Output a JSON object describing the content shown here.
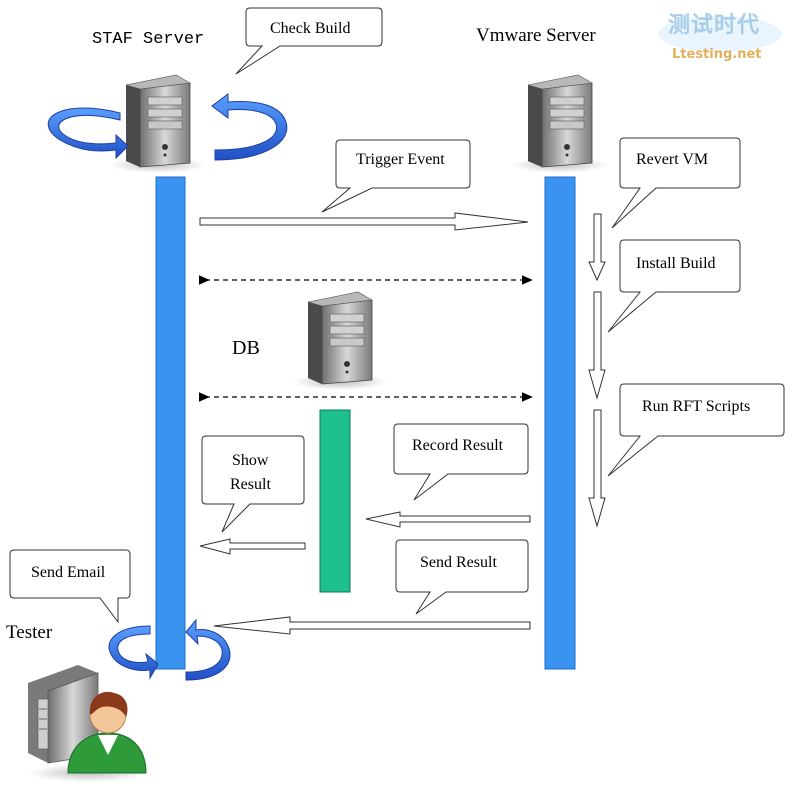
{
  "labels": {
    "staf_server": "STAF Server",
    "vmware_server": "Vmware Server",
    "db": "DB",
    "tester": "Tester"
  },
  "callouts": {
    "check_build": "Check Build",
    "trigger_event": "Trigger Event",
    "revert_vm": "Revert VM",
    "install_build": "Install Build",
    "run_rft_scripts": "Run RFT Scripts",
    "record_result": "Record Result",
    "show_result_line1": "Show",
    "show_result_line2": "Result",
    "send_result": "Send Result",
    "send_email": "Send Email"
  },
  "watermark": {
    "cn": "测试时代",
    "en": "Ltesting.net"
  },
  "colors": {
    "lifeline": "#3a93ee",
    "db_bar": "#1dbf8f",
    "loop_arrow": "#2f6fe0",
    "server_body": "#9a9a9a"
  },
  "icons": {
    "server": "server-icon",
    "tester": "tester-person-icon"
  }
}
